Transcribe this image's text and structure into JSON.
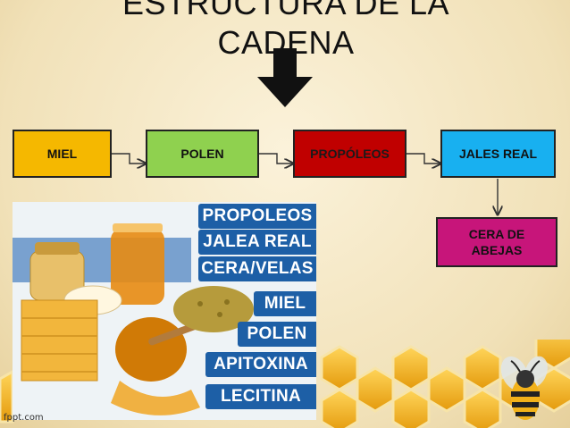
{
  "slide": {
    "title_line1": "ESTRUCTURA DE LA",
    "title_line2": "CADENA"
  },
  "flow": {
    "boxes": [
      {
        "label": "MIEL",
        "color": "#f5b800"
      },
      {
        "label": "POLEN",
        "color": "#8fd14f"
      },
      {
        "label": "PROPÓLEOS",
        "color": "#c00000"
      },
      {
        "label": "JALES REAL",
        "color": "#18b0f0"
      },
      {
        "label": "CERA DE ABEJAS",
        "color": "#c7157a"
      }
    ]
  },
  "photo_labels": [
    "PROPOLEOS",
    "JALEA REAL",
    "CERA/VELAS",
    "MIEL",
    "POLEN",
    "APITOXINA",
    "LECITINA"
  ],
  "footer": "fppt.com",
  "colors": {
    "background": "#f3e6c4",
    "honeycomb": "#f0b21a",
    "label_blue": "#1d5fa6"
  }
}
